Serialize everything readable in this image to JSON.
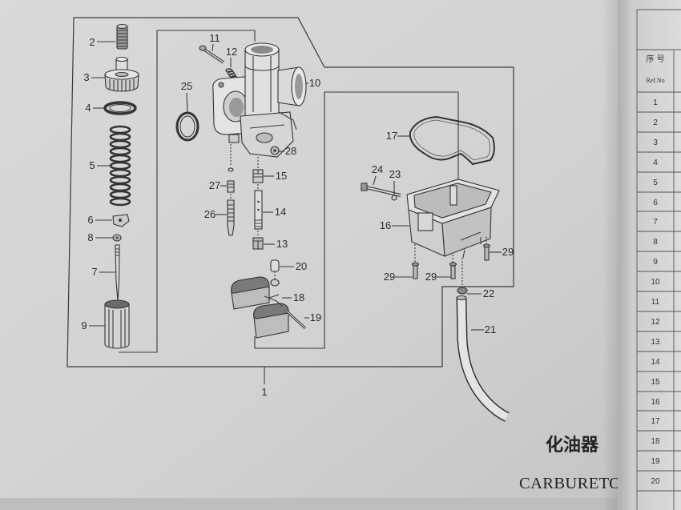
{
  "page": {
    "title_zh": "化油器",
    "title_en": "CARBURETOR"
  },
  "diagram": {
    "callouts": [
      "1",
      "2",
      "3",
      "4",
      "5",
      "6",
      "7",
      "8",
      "9",
      "10",
      "11",
      "12",
      "13",
      "14",
      "15",
      "16",
      "17",
      "18",
      "19",
      "20",
      "21",
      "22",
      "23",
      "24",
      "25",
      "26",
      "27",
      "28",
      "29",
      "29",
      "29"
    ]
  },
  "table": {
    "header_zh": "序 号",
    "header_en": "Ref.No",
    "rows": [
      "1",
      "2",
      "3",
      "4",
      "5",
      "6",
      "7",
      "8",
      "9",
      "10",
      "11",
      "12",
      "13",
      "14",
      "15",
      "16",
      "17",
      "18",
      "19",
      "20"
    ]
  }
}
